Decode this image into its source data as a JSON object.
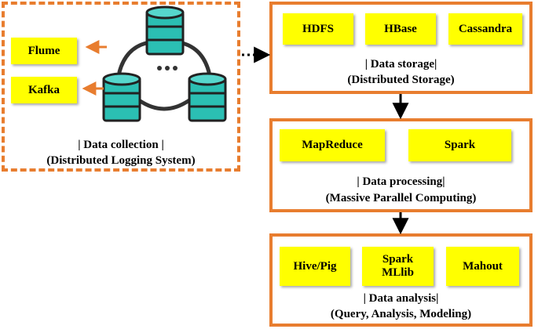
{
  "colors": {
    "panel_border": "#e87d2f",
    "tool_fill": "#ffff00",
    "database_icon": "#2bbfb3",
    "arrow": "#000000"
  },
  "collection": {
    "tools": [
      "Flume",
      "Kafka"
    ],
    "icon": "database-cluster-icon",
    "title": "| Data collection |",
    "subtitle": "(Distributed Logging System)"
  },
  "storage": {
    "tools": [
      "HDFS",
      "HBase",
      "Cassandra"
    ],
    "title": "| Data storage|",
    "subtitle": "(Distributed Storage)"
  },
  "processing": {
    "tools": [
      "MapReduce",
      "Spark"
    ],
    "title": "| Data processing|",
    "subtitle": "(Massive Parallel Computing)"
  },
  "analysis": {
    "tools": [
      "Hive/Pig",
      "Spark MLlib",
      "Mahout"
    ],
    "title": "| Data analysis|",
    "subtitle": "(Query, Analysis, Modeling)"
  }
}
